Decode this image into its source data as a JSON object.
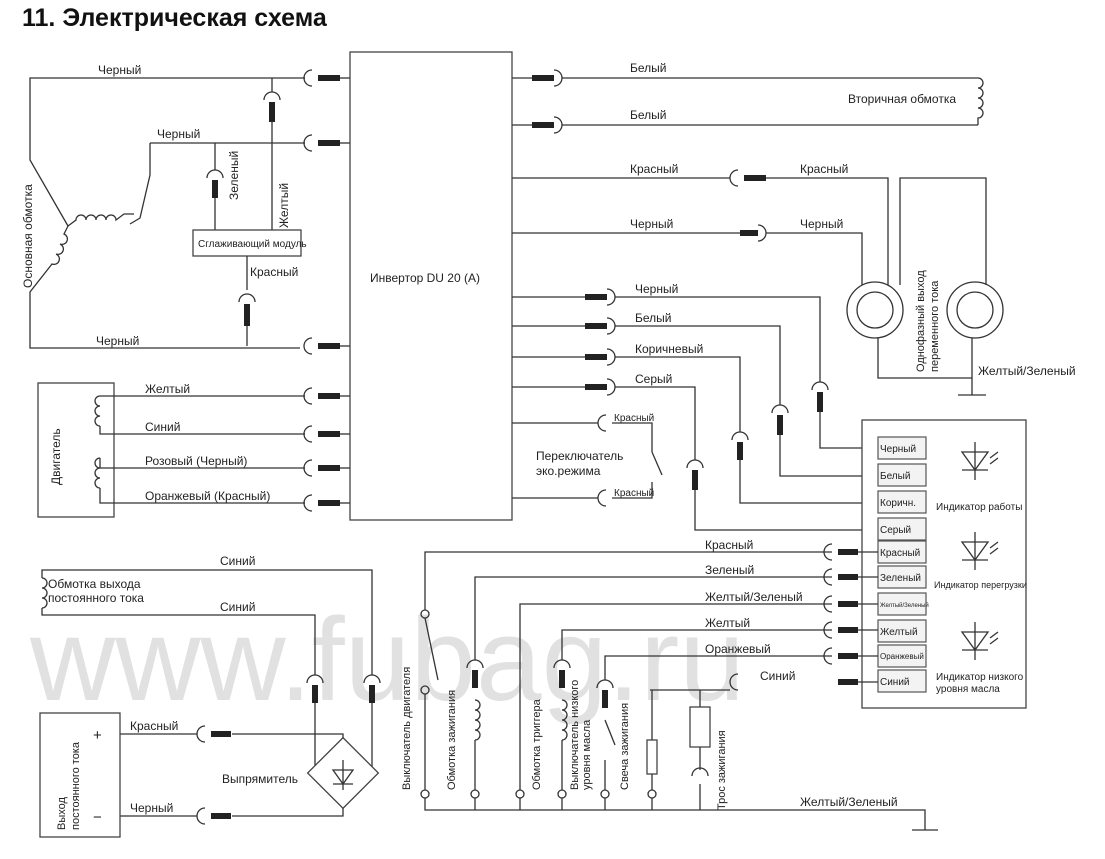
{
  "title": "11. Электрическая схема",
  "watermark": "www.fubag.ru",
  "components": {
    "inverter": "Инвертор DU 20 (A)",
    "smoothing_module": "Сглаживающий модуль",
    "main_winding": "Основная обмотка",
    "secondary_winding": "Вторичная обмотка",
    "single_phase_output": [
      "Однофазный выход",
      "переменного тока"
    ],
    "motor": "Двигатель",
    "dc_winding": [
      "Обмотка выхода",
      "постоянного тока"
    ],
    "dc_output": [
      "Выход",
      "постоянного тока"
    ],
    "rectifier": "Выпрямитель",
    "eco_switch": [
      "Переключатель",
      "эко.режима"
    ],
    "engine_switch": "Выключатель двигателя",
    "ignition_coil": "Обмотка зажигания",
    "trigger_coil": "Обмотка триггера",
    "low_oil_switch": [
      "Выключатель низкого",
      "уровня масла"
    ],
    "spark_plug": "Свеча зажигания",
    "ignition_cable": "Трос зажигания",
    "plus": "+",
    "minus": "−"
  },
  "indicators": {
    "work": "Индикатор работы",
    "overload": "Индикатор перегрузки",
    "low_oil": [
      "Индикатор низкого",
      "уровня масла"
    ]
  },
  "panel_labels": [
    "Черный",
    "Белый",
    "Коричн.",
    "Серый",
    "Красный",
    "Зеленый",
    "Желтый/Зеленый",
    "Желтый",
    "Оранжевый",
    "Синий"
  ],
  "wires": {
    "top_black_1": "Черный",
    "top_black_2": "Черный",
    "green_v": "Зеленый",
    "yellow_v": "Желтый",
    "smooth_red": "Красный",
    "bottom_black": "Черный",
    "white_1": "Белый",
    "white_2": "Белый",
    "red_left": "Красный",
    "red_right": "Красный",
    "black_left": "Черный",
    "black_right": "Черный",
    "p_black": "Черный",
    "p_white": "Белый",
    "p_brown": "Коричневый",
    "p_gray": "Серый",
    "eco_red_1": "Красный",
    "eco_red_2": "Красный",
    "motor_yellow": "Желтый",
    "motor_blue": "Синий",
    "motor_pink": "Розовый (Черный)",
    "motor_orange": "Оранжевый (Красный)",
    "dc_blue_1": "Синий",
    "dc_blue_2": "Синий",
    "dc_red": "Красный",
    "dc_black": "Черный",
    "ind_red": "Красный",
    "ind_green": "Зеленый",
    "ind_yg": "Желтый/Зеленый",
    "ind_yellow": "Желтый",
    "ind_orange": "Оранжевый",
    "ind_blue": "Синий",
    "ground_yg_top": "Желтый/Зеленый",
    "ground_yg_bottom": "Желтый/Зеленый"
  }
}
